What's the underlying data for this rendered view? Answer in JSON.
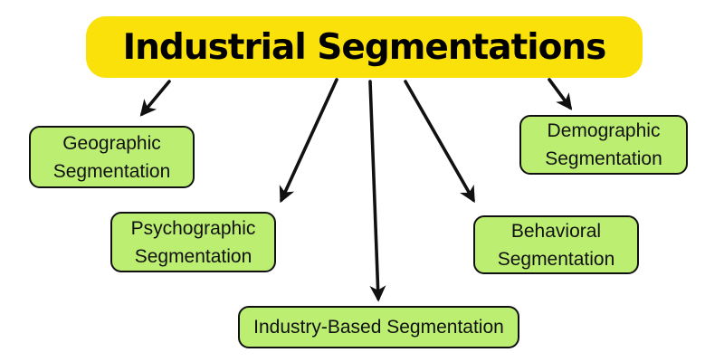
{
  "title": {
    "label": "Industrial Segmentations"
  },
  "nodes": {
    "geographic": {
      "line1": "Geographic",
      "line2": "Segmentation"
    },
    "psychographic": {
      "line1": "Psychographic",
      "line2": "Segmentation"
    },
    "industry_based": {
      "line1": "Industry-Based Segmentation"
    },
    "behavioral": {
      "line1": "Behavioral",
      "line2": "Segmentation"
    },
    "demographic": {
      "line1": "Demographic",
      "line2": "Segmentation"
    }
  },
  "colors": {
    "title_bg": "#F9E109",
    "node_bg": "#BCEE72",
    "node_border": "#111111",
    "text": "#111111",
    "arrow": "#111111",
    "canvas_bg": "#FFFFFF"
  }
}
